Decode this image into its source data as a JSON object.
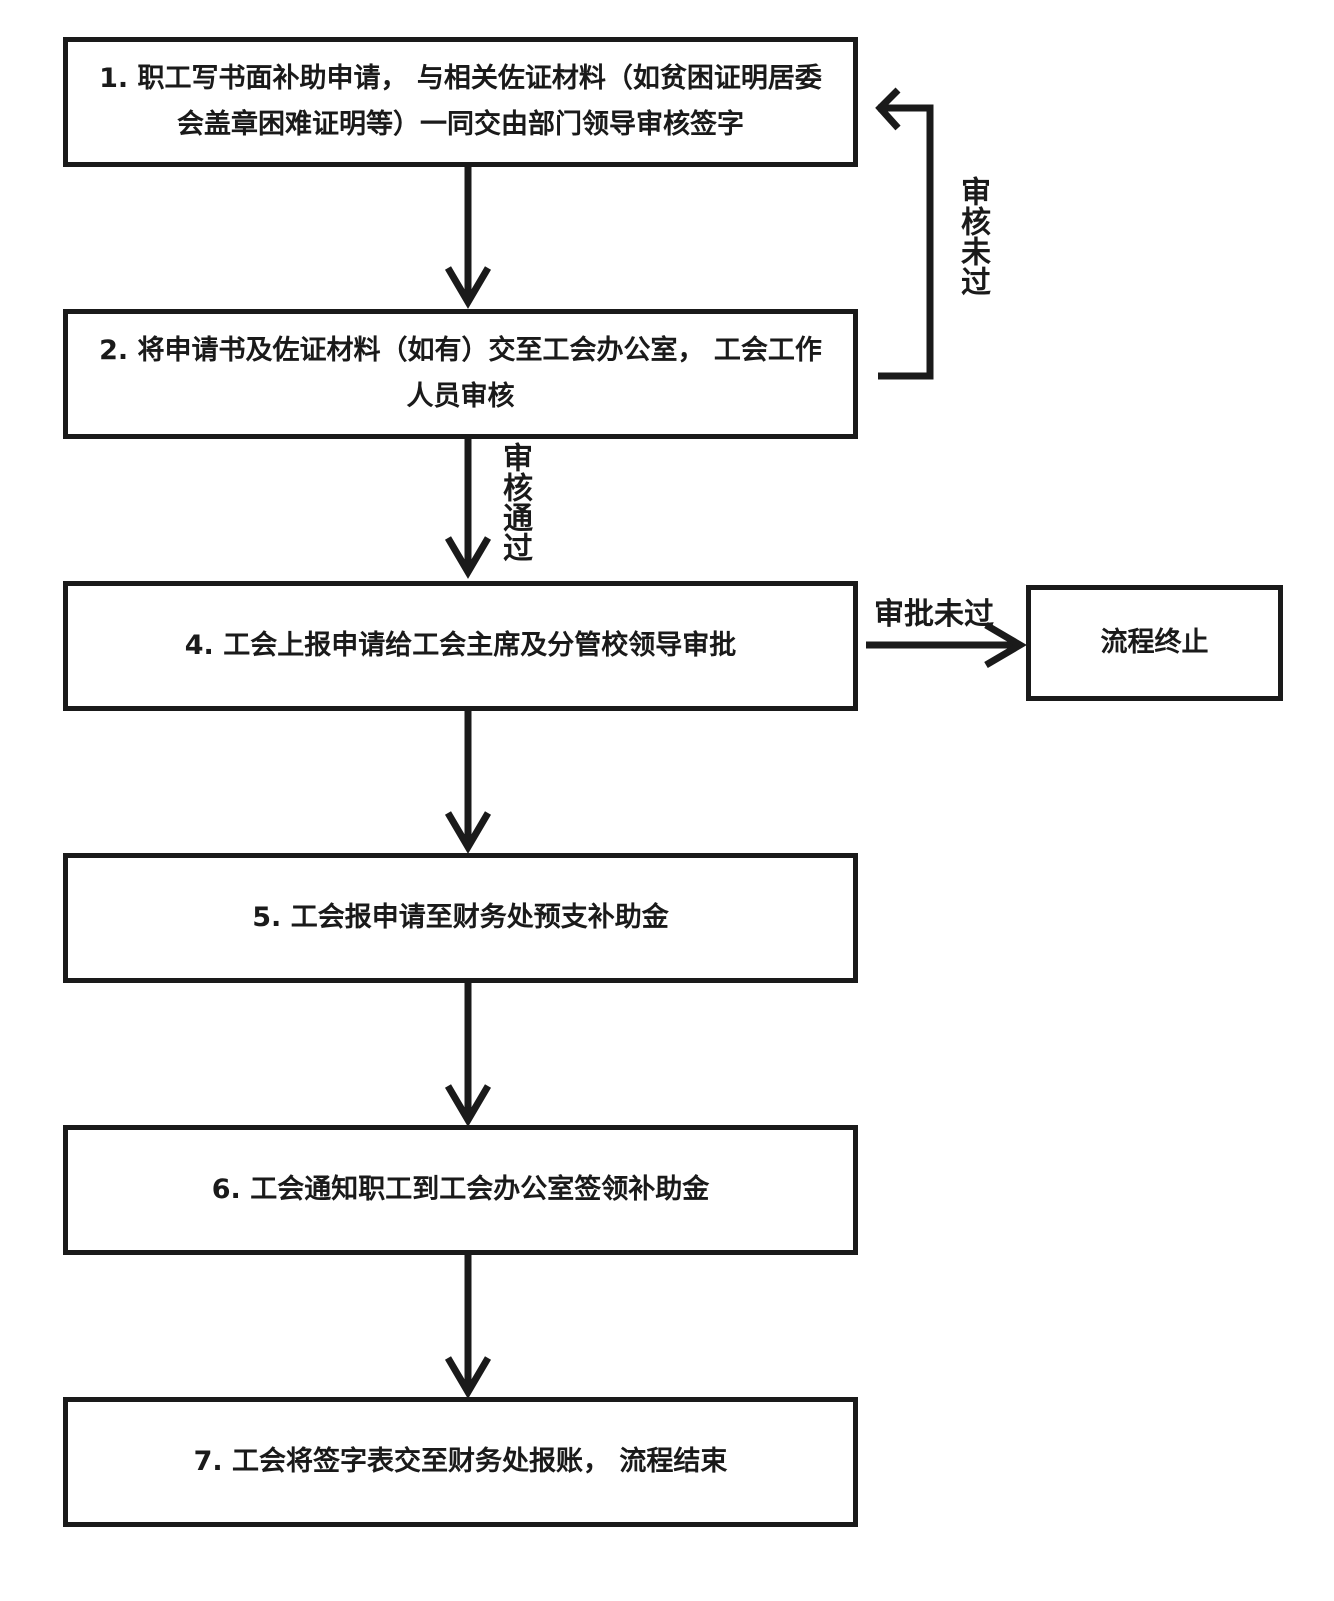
{
  "steps": [
    {
      "id": "step1",
      "text": "1. 职工写书面补助申请， 与相关佐证材料（如贫困证明居委会盖章困难证明等）一同交由部门领导审核签字"
    },
    {
      "id": "step2",
      "text": "2. 将申请书及佐证材料（如有）交至工会办公室， 工会工作人员审核"
    },
    {
      "id": "step4",
      "text": "4. 工会上报申请给工会主席及分管校领导审批"
    },
    {
      "id": "step5",
      "text": "5. 工会报申请至财务处预支补助金"
    },
    {
      "id": "step6",
      "text": "6. 工会通知职工到工会办公室签领补助金"
    },
    {
      "id": "step7",
      "text": "7. 工会将签字表交至财务处报账， 流程结束"
    }
  ],
  "terminate_box": "流程终止",
  "labels": {
    "review_failed": "审核未过",
    "review_passed": "审核通过",
    "approval_failed": "审批未过"
  }
}
